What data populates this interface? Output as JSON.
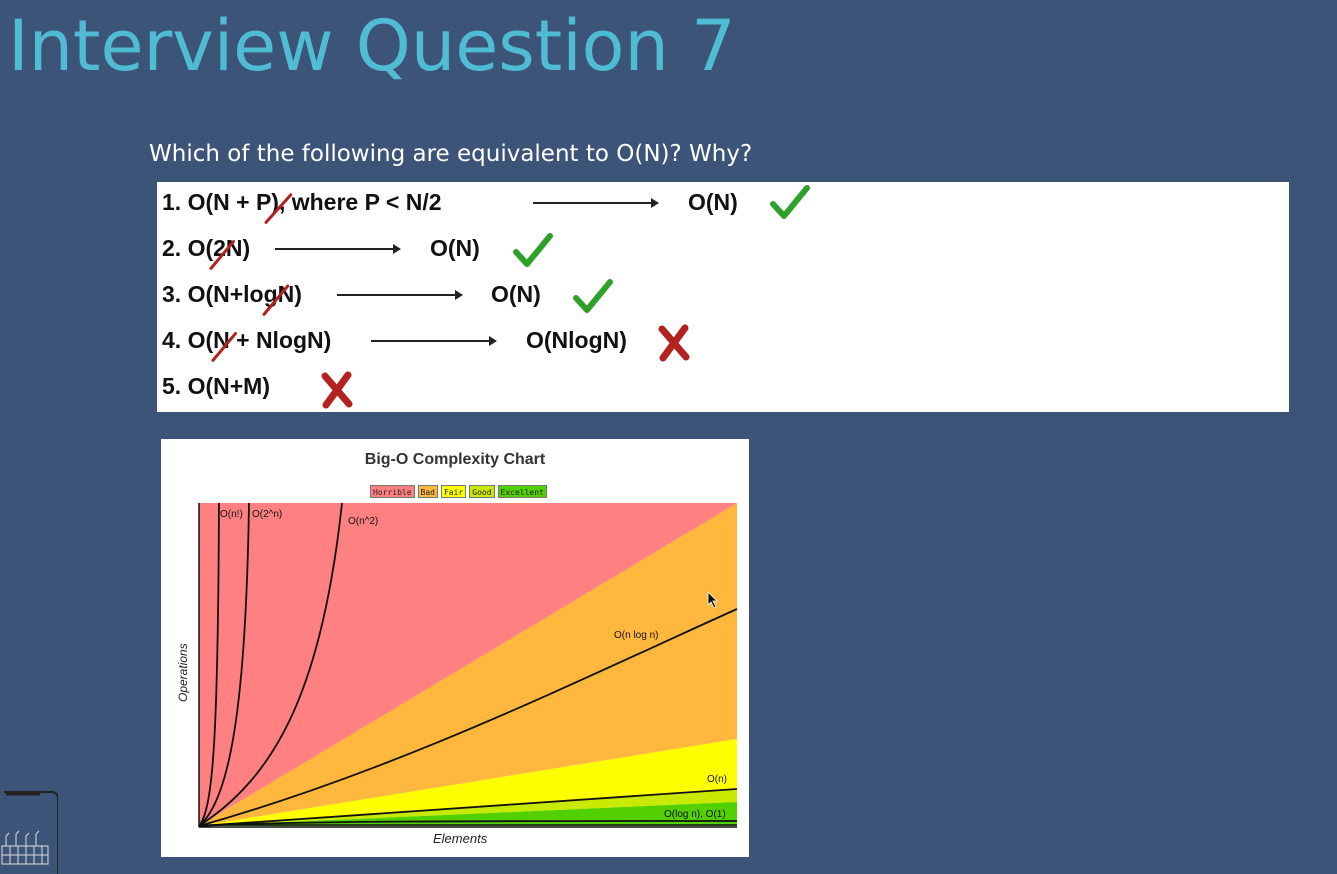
{
  "slide": {
    "title": "Interview Question 7",
    "question": "Which of the following are equivalent to O(N)? Why?"
  },
  "answers": [
    {
      "expr": "1. O(N + P), where P < N/2",
      "result": "O(N)",
      "correct": true
    },
    {
      "expr": "2. O(2N)",
      "result": "O(N)",
      "correct": true
    },
    {
      "expr": "3. O(N+logN)",
      "result": "O(N)",
      "correct": true
    },
    {
      "expr": "4. O(N + NlogN)",
      "result": "O(NlogN)",
      "correct": false
    },
    {
      "expr": "5. O(N+M)",
      "result": "",
      "correct": false
    }
  ],
  "colors": {
    "background": "#3d5479",
    "title": "#4fbcd4",
    "check": "#2ea12a",
    "cross": "#b3221f",
    "horrible": "#ff8080",
    "bad": "#ffb73e",
    "fair": "#ffff00",
    "good": "#c8ea00",
    "excellent": "#53d000"
  },
  "chart_data": {
    "type": "area",
    "title": "Big-O Complexity Chart",
    "xlabel": "Elements",
    "ylabel": "Operations",
    "legend": [
      "Horrible",
      "Bad",
      "Fair",
      "Good",
      "Excellent"
    ],
    "series": [
      {
        "name": "O(n!)"
      },
      {
        "name": "O(2^n)"
      },
      {
        "name": "O(n^2)"
      },
      {
        "name": "O(n log n)"
      },
      {
        "name": "O(n)"
      },
      {
        "name": "O(log n), O(1)"
      }
    ]
  }
}
